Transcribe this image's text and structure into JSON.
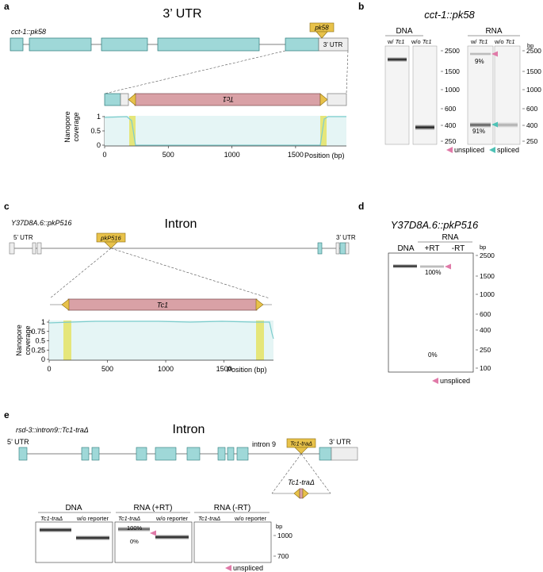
{
  "colors": {
    "exon": "#9fd8d8",
    "exon_stroke": "#2c7a7a",
    "utr": "#eeeeee",
    "tc1": "#d9a1a6",
    "tc1_stroke": "#7a4a4e",
    "tag": "#e8c24a",
    "coverage_fill": "#e5f5f5",
    "coverage_line": "#7ecdcd",
    "highlight": "#e5e67a",
    "unspliced": "#e07aa8",
    "spliced": "#4fc2b6"
  },
  "panel_a": {
    "letter": "a",
    "title": "3’ UTR",
    "gene": "cct-1::pk58",
    "tag": "pk58",
    "utr_label": "3’ UTR",
    "tc1": "Tc1",
    "cov_label_line1": "Nanopore",
    "cov_label_line2": "coverage",
    "y_ticks": [
      "1",
      "0.5",
      "0"
    ],
    "x_ticks": [
      "0",
      "500",
      "1000",
      "1500"
    ],
    "x_unit": "Position (bp)"
  },
  "panel_b": {
    "letter": "b",
    "title": "cct-1::pk58",
    "dna_header": "DNA",
    "rna_header": "RNA",
    "lane_w": "w/",
    "lane_wo": "w/o",
    "tc1": "Tc1",
    "bp": "bp",
    "ladder_left": [
      "2500",
      "1500",
      "1000",
      "600",
      "400",
      "250"
    ],
    "ladder_right": [
      "2500",
      "1500",
      "1000",
      "600",
      "400",
      "250"
    ],
    "pct_unspliced": "9%",
    "pct_spliced": "91%",
    "legend_unspliced": "unspliced",
    "legend_spliced": "spliced"
  },
  "panel_c": {
    "letter": "c",
    "title": "Intron",
    "gene": "Y37D8A.6::pkP516",
    "utr5": "5’ UTR",
    "utr3": "3’ UTR",
    "tag": "pkP516",
    "tc1": "Tc1",
    "cov_label_line1": "Nanopore",
    "cov_label_line2": "coverage",
    "y_ticks": [
      "1",
      "0.75",
      "0.5",
      "0.25",
      "0"
    ],
    "x_ticks": [
      "0",
      "500",
      "1000",
      "1500"
    ],
    "x_unit": "Position (bp)"
  },
  "panel_d": {
    "letter": "d",
    "title": "Y37D8A.6::pkP516",
    "rna_header": "RNA",
    "lane_dna": "DNA",
    "lane_rt_plus": "+RT",
    "lane_rt_minus": "-RT",
    "bp": "bp",
    "ladder": [
      "2500",
      "1500",
      "1000",
      "600",
      "400",
      "250",
      "100"
    ],
    "pct_100": "100%",
    "pct_0": "0%",
    "legend_unspliced": "unspliced"
  },
  "panel_e": {
    "letter": "e",
    "title": "Intron",
    "gene": "rsd-3::intron9::Tc1-traΔ",
    "utr5": "5’ UTR",
    "utr3": "3’ UTR",
    "intron_label": "intron 9",
    "tag": "Tc1-traΔ",
    "zoom_label": "Tc1-traΔ",
    "dna_header": "DNA",
    "rna_rt_header": "RNA (+RT)",
    "rna_nort_header": "RNA (-RT)",
    "lane_tc1": "Tc1-traΔ",
    "lane_wo": "w/o reporter",
    "bp": "bp",
    "ladder": [
      "1000",
      "700"
    ],
    "pct_100": "100%",
    "pct_0": "0%",
    "legend_unspliced": "unspliced"
  }
}
